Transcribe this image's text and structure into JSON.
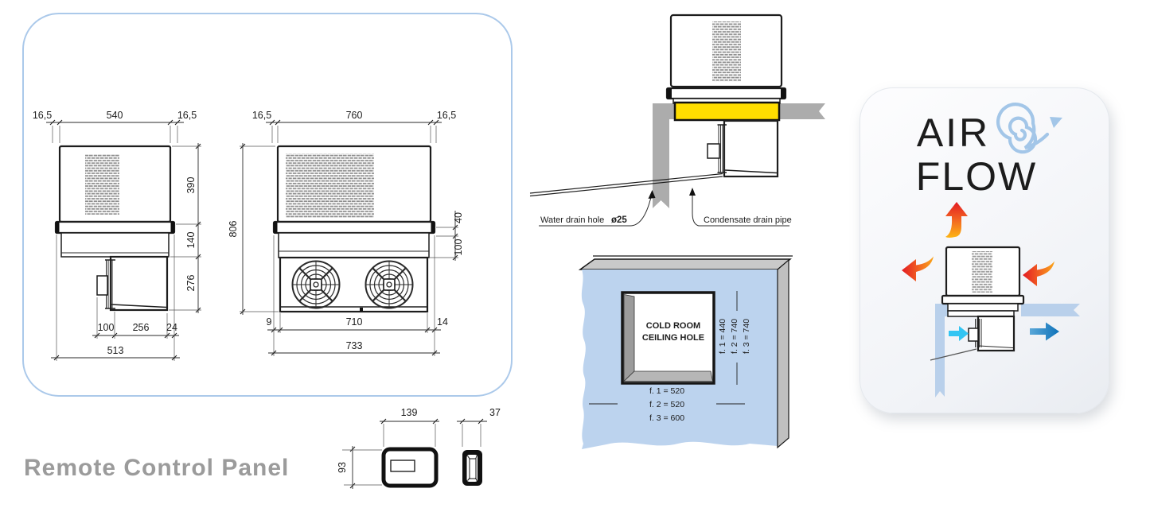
{
  "colors": {
    "panel_border_blue": "#abc9ea",
    "gasket_yellow": "#ffde00",
    "wall_gray": "#acacac",
    "ceiling_blue": "#bcd3ee",
    "arrow_hot_red": "#e31b23",
    "arrow_hot_orange": "#faa61a",
    "arrow_cold_cyan": "#33c5f3",
    "arrow_cold_blue": "#0e72b9",
    "title_gray": "#9b9b9b"
  },
  "dimension_panel": {
    "side_view": {
      "top": [
        "16,5",
        "540",
        "16,5"
      ],
      "right": [
        "390",
        "140",
        "276"
      ],
      "bottom_row1": [
        "100",
        "256",
        "24"
      ],
      "bottom_total": "513"
    },
    "front_view": {
      "top": [
        "16,5",
        "760",
        "16,5"
      ],
      "left_total": "806",
      "right": [
        "40",
        "100"
      ],
      "bottom_row1": [
        "9",
        "710",
        "14"
      ],
      "bottom_total": "733"
    }
  },
  "cross_section": {
    "water_drain_label": "Water drain hole",
    "water_drain_size": "ø25",
    "condensate_label": "Condensate drain pipe"
  },
  "ceiling_hole": {
    "line1": "COLD ROOM",
    "line2": "CEILING HOLE",
    "side_dims": [
      "f. 1 = 440",
      "f. 2 = 740",
      "f. 3 = 740"
    ],
    "bottom_dims": [
      "f. 1 = 520",
      "f. 2 = 520",
      "f. 3 = 600"
    ]
  },
  "airflow": {
    "word1": "AIR",
    "word2": "FLOW"
  },
  "remote": {
    "title": "Remote Control Panel",
    "width": "139",
    "height": "93",
    "depth": "37"
  }
}
